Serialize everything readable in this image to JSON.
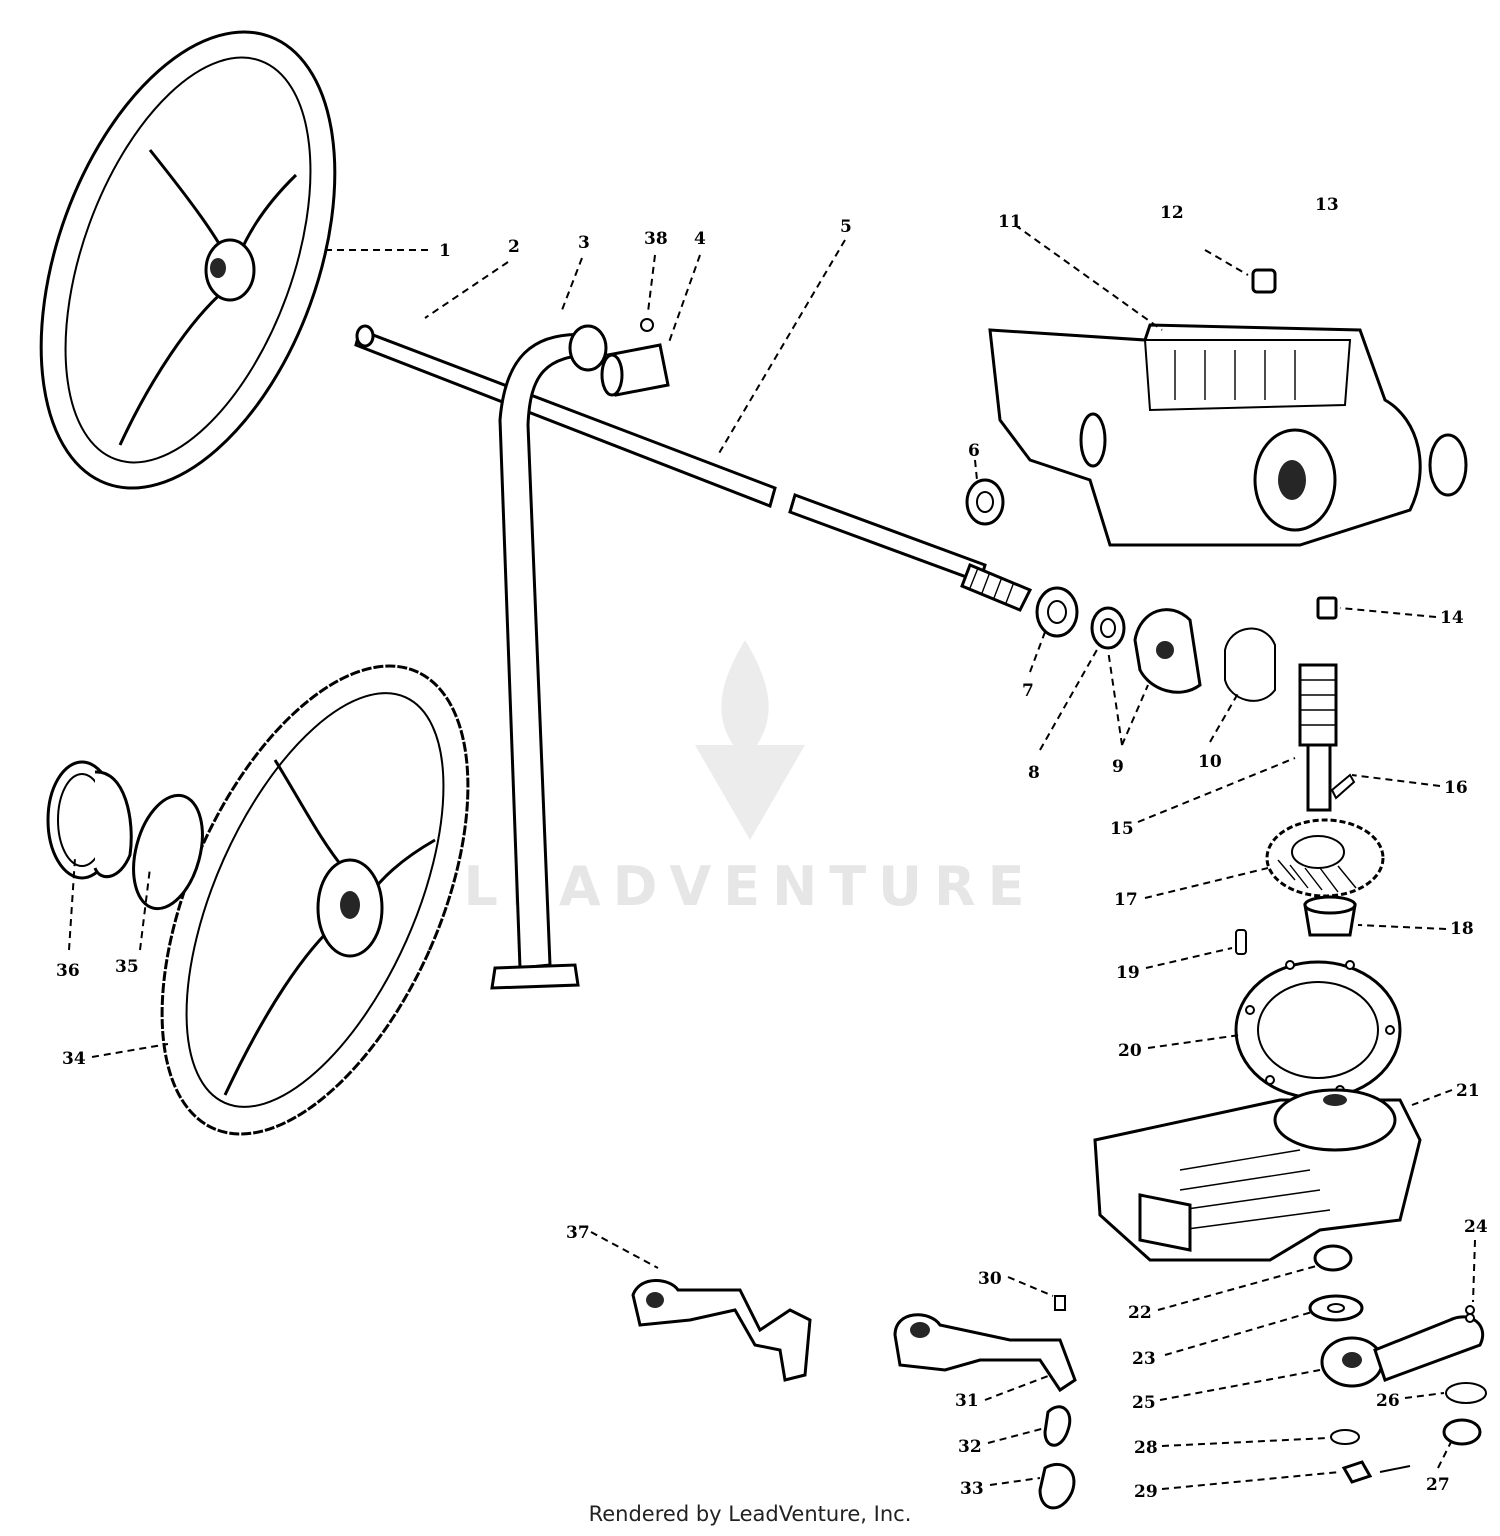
{
  "watermark": {
    "text": "LEADVENTURE"
  },
  "footer": {
    "text": "Rendered by LeadVenture, Inc."
  },
  "callouts": {
    "c1": "1",
    "c2": "2",
    "c3": "3",
    "c4": "4",
    "c5": "5",
    "c6": "6",
    "c7": "7",
    "c8": "8",
    "c9": "9",
    "c10": "10",
    "c11": "11",
    "c12": "12",
    "c13": "13",
    "c14": "14",
    "c15": "15",
    "c16": "16",
    "c17": "17",
    "c18": "18",
    "c19": "19",
    "c20": "20",
    "c21": "21",
    "c22": "22",
    "c23": "23",
    "c24": "24",
    "c25": "25",
    "c26": "26",
    "c27": "27",
    "c28": "28",
    "c29": "29",
    "c30": "30",
    "c31": "31",
    "c32": "32",
    "c33": "33",
    "c34": "34",
    "c35": "35",
    "c36": "36",
    "c37": "37",
    "c38": "38"
  }
}
